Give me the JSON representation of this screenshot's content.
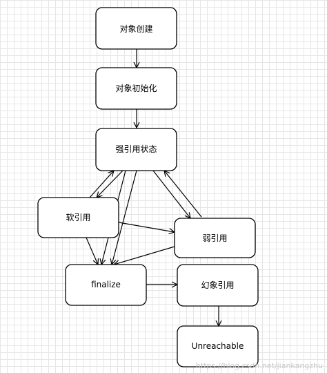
{
  "diagram": {
    "nodes": {
      "create": "对象创建",
      "init": "对象初始化",
      "strong": "强引用状态",
      "soft": "软引用",
      "weak": "弱引用",
      "finalize": "finalize",
      "phantom": "幻象引用",
      "unreachable": "Unreachable"
    }
  },
  "watermark": "https://blog.csdn.net/jiankangzhu"
}
